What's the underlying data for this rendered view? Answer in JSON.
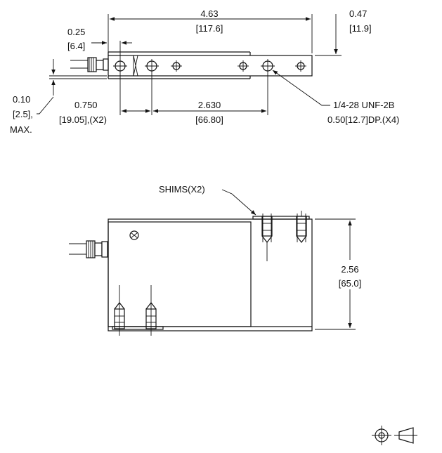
{
  "dimensions": {
    "overall_length": {
      "inch": "4.63",
      "mm": "[117.6]"
    },
    "height_top": {
      "inch": "0.47",
      "mm": "[11.9]"
    },
    "offset_left": {
      "inch": "0.25",
      "mm": "[6.4]"
    },
    "thickness": {
      "inch": "0.10",
      "mm": "[2.5],",
      "note": "MAX."
    },
    "hole_spacing_small": {
      "inch": "0.750",
      "mm": "[19.05],(X2)"
    },
    "hole_spacing_large": {
      "inch": "2.630",
      "mm": "[66.80]"
    },
    "thread_callout": {
      "line1": "1/4-28 UNF-2B",
      "line2": "0.50[12.7]DP.(X4)"
    },
    "shims_label": "SHIMS(X2)",
    "height_side": {
      "inch": "2.56",
      "mm": "[65.0]"
    }
  },
  "projection_symbol": "third-angle-projection-icon"
}
